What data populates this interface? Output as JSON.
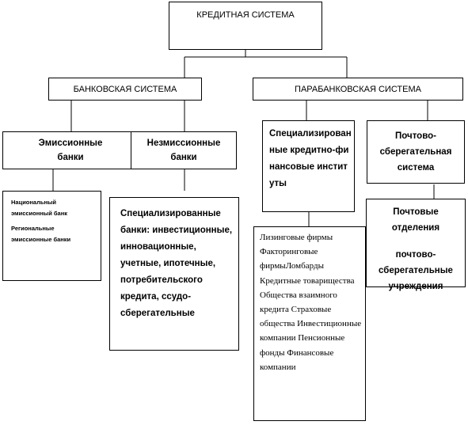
{
  "nodes": {
    "credit_system": "КРЕДИТНАЯ СИСТЕМА",
    "banking_system": "БАНКОВСКАЯ СИСТЕМА",
    "parabanking_system": "ПАРАБАНКОВСКАЯ СИСТЕМА",
    "emission_banks": "Эмиссионные банки",
    "non_emission_banks": "Незмиссионные банки",
    "specialized_credit_institutes": "Специализированные кредитно-финансовые институты",
    "postal_savings_system": "Почтово-сберегательная система",
    "emission_bank_types": [
      "Национальный эмиссионный банк",
      "Региональные эмиссионные банки"
    ],
    "specialized_banks": "Специализированные банки: инвестиционные, инновационные, учетные, ипотечные, потребительского кредита, ссудо-сберегательные",
    "postal_offices": [
      "Почтовые отделения",
      "почтово-сберегательные учреждения"
    ],
    "institutes_list": "Лизинговые фирмы Факторинговые фирмыЛомбарды Кредитные товарищества Общества взаимного кредита Страховые общества Инвестиционные компании Пенсионные фонды Финансовые компании"
  }
}
